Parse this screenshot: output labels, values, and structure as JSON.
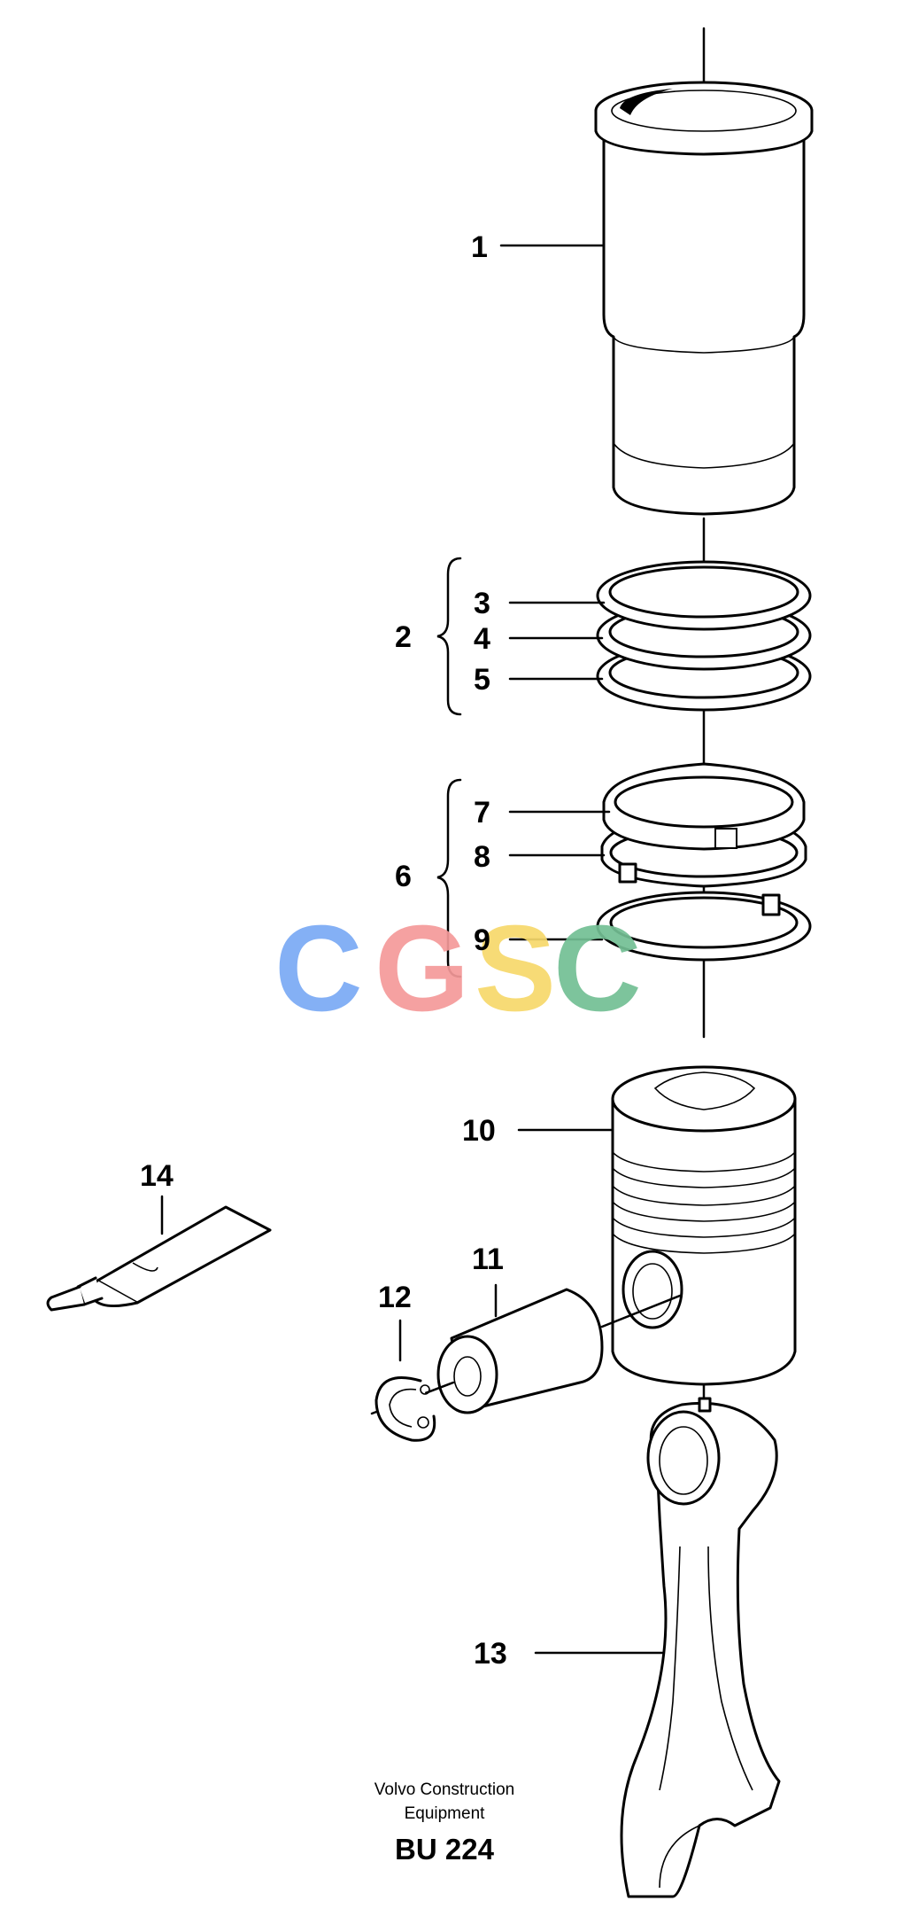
{
  "callouts": {
    "c1": "1",
    "c2": "2",
    "c3": "3",
    "c4": "4",
    "c5": "5",
    "c6": "6",
    "c7": "7",
    "c8": "8",
    "c9": "9",
    "c10": "10",
    "c11": "11",
    "c12": "12",
    "c13": "13",
    "c14": "14"
  },
  "caption": {
    "line1": "Volvo Construction",
    "line2": "Equipment",
    "code": "BU 224"
  },
  "watermark": {
    "letters": [
      "C",
      "G",
      "S",
      "C"
    ],
    "colors": [
      "#7aaaf5",
      "#f59a9a",
      "#f7d96b",
      "#73bf94"
    ]
  }
}
